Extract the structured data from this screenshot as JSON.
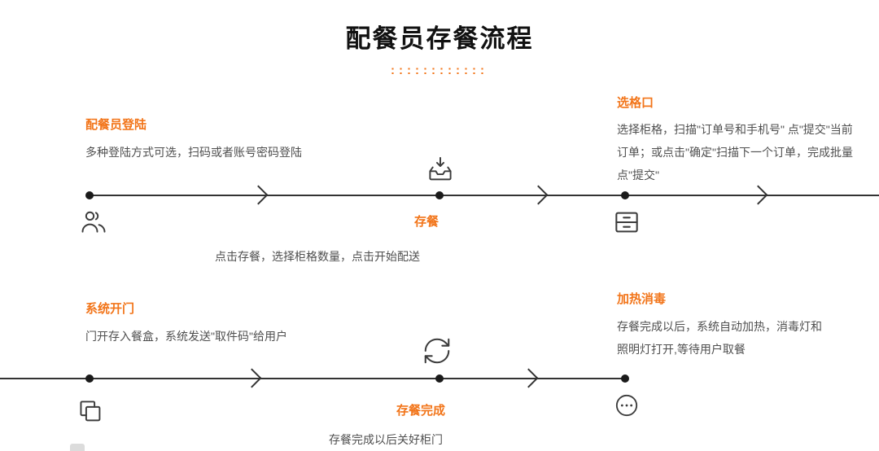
{
  "page": {
    "title": "配餐员存餐流程",
    "divider_dots": "::::::::::::"
  },
  "colors": {
    "accent": "#F2751A",
    "line": "#333333",
    "ink": "#111111",
    "text": "#4F4F4F",
    "icon": "#3C3C3C"
  },
  "rows": [
    {
      "steps": [
        {
          "title": "配餐员登陆",
          "description": "多种登陆方式可选，扫码或者账号密码登陆",
          "icon": "users-icon"
        },
        {
          "title": "存餐",
          "description": "点击存餐，选择柜格数量，点击开始配送",
          "icon": "inbox-download-icon"
        },
        {
          "title": "选格口",
          "description": "选择柜格，扫描\"订单号和手机号\" 点\"提交\"当前订单；或点击\"确定\"扫描下一个订单，完成批量点\"提交\"",
          "icon": "cabinet-icon"
        }
      ]
    },
    {
      "steps": [
        {
          "title": "系统开门",
          "description": "门开存入餐盒，系统发送\"取件码\"给用户",
          "icon": "copy-icon"
        },
        {
          "title": "存餐完成",
          "description": "存餐完成以后关好柜门",
          "icon": "refresh-icon"
        },
        {
          "title": "加热消毒",
          "description": "存餐完成以后，系统自动加热，消毒灯和照明灯打开,等待用户取餐",
          "icon": "more-icon"
        }
      ]
    }
  ]
}
